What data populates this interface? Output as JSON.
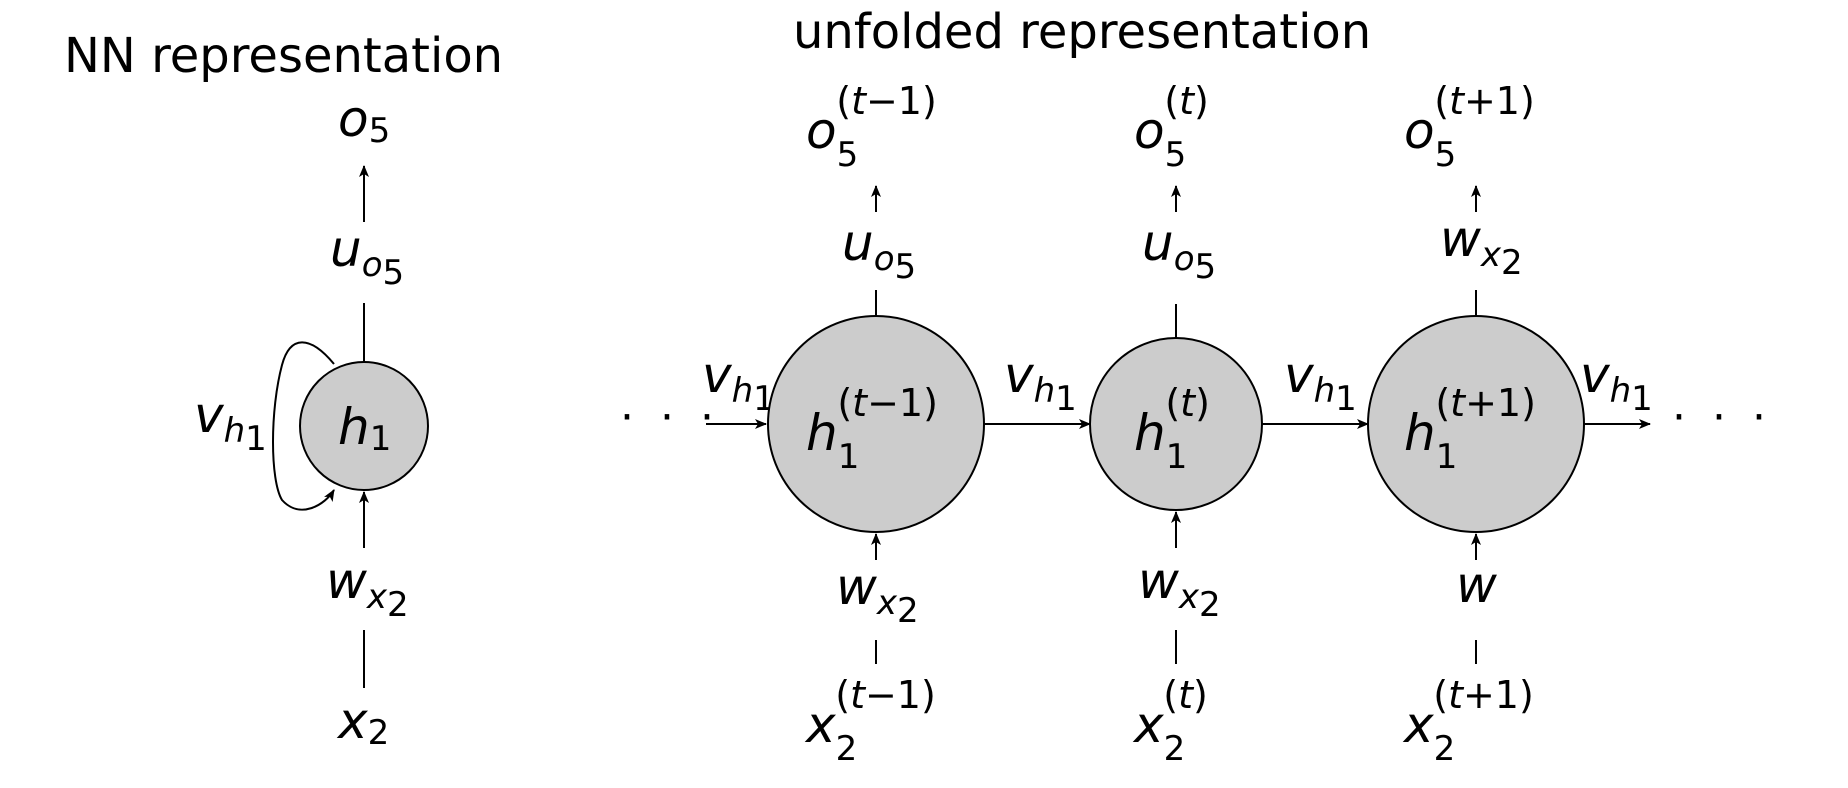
{
  "titles": {
    "left": "NN representation",
    "right": "unfolded representation"
  },
  "nn": {
    "output": {
      "base": "o",
      "sub": "5"
    },
    "out_weight": {
      "base": "u",
      "sub": "o",
      "subsub": "5"
    },
    "node": {
      "base": "h",
      "sub": "1"
    },
    "recurrent_weight": {
      "base": "v",
      "sub": "h",
      "subsub": "1"
    },
    "in_weight": {
      "base": "w",
      "sub": "x",
      "subsub": "2"
    },
    "input": {
      "base": "x",
      "sub": "2"
    }
  },
  "unfolded": {
    "ellipsis_left": "· · ·",
    "ellipsis_right": "· · ·",
    "transition_weight": {
      "base": "v",
      "sub": "h",
      "subsub": "1"
    },
    "steps": [
      {
        "output": {
          "base": "o",
          "sub": "5",
          "sup_a": "(",
          "sup_b": "t",
          "sup_c": "−1)"
        },
        "out_weight": {
          "base": "u",
          "sub": "o",
          "subsub": "5"
        },
        "node": {
          "base": "h",
          "sub": "1",
          "sup_a": "(",
          "sup_b": "t",
          "sup_c": "−1)"
        },
        "in_weight": {
          "base": "w",
          "sub": "x",
          "subsub": "2"
        },
        "input": {
          "base": "x",
          "sub": "2",
          "sup_a": "(",
          "sup_b": "t",
          "sup_c": "−1)"
        }
      },
      {
        "output": {
          "base": "o",
          "sub": "5",
          "sup_a": "(",
          "sup_b": "t",
          "sup_c": ")"
        },
        "out_weight": {
          "base": "u",
          "sub": "o",
          "subsub": "5"
        },
        "node": {
          "base": "h",
          "sub": "1",
          "sup_a": "(",
          "sup_b": "t",
          "sup_c": ")"
        },
        "in_weight": {
          "base": "w",
          "sub": "x",
          "subsub": "2"
        },
        "input": {
          "base": "x",
          "sub": "2",
          "sup_a": "(",
          "sup_b": "t",
          "sup_c": ")"
        }
      },
      {
        "output": {
          "base": "o",
          "sub": "5",
          "sup_a": "(",
          "sup_b": "t",
          "sup_c": "+1)"
        },
        "out_weight": {
          "base": "w",
          "sub": "x",
          "subsub": "2"
        },
        "node": {
          "base": "h",
          "sub": "1",
          "sup_a": "(",
          "sup_b": "t",
          "sup_c": "+1)"
        },
        "in_weight": {
          "base": "w"
        },
        "input": {
          "base": "x",
          "sub": "2",
          "sup_a": "(",
          "sup_b": "t",
          "sup_c": "+1)"
        }
      }
    ]
  }
}
